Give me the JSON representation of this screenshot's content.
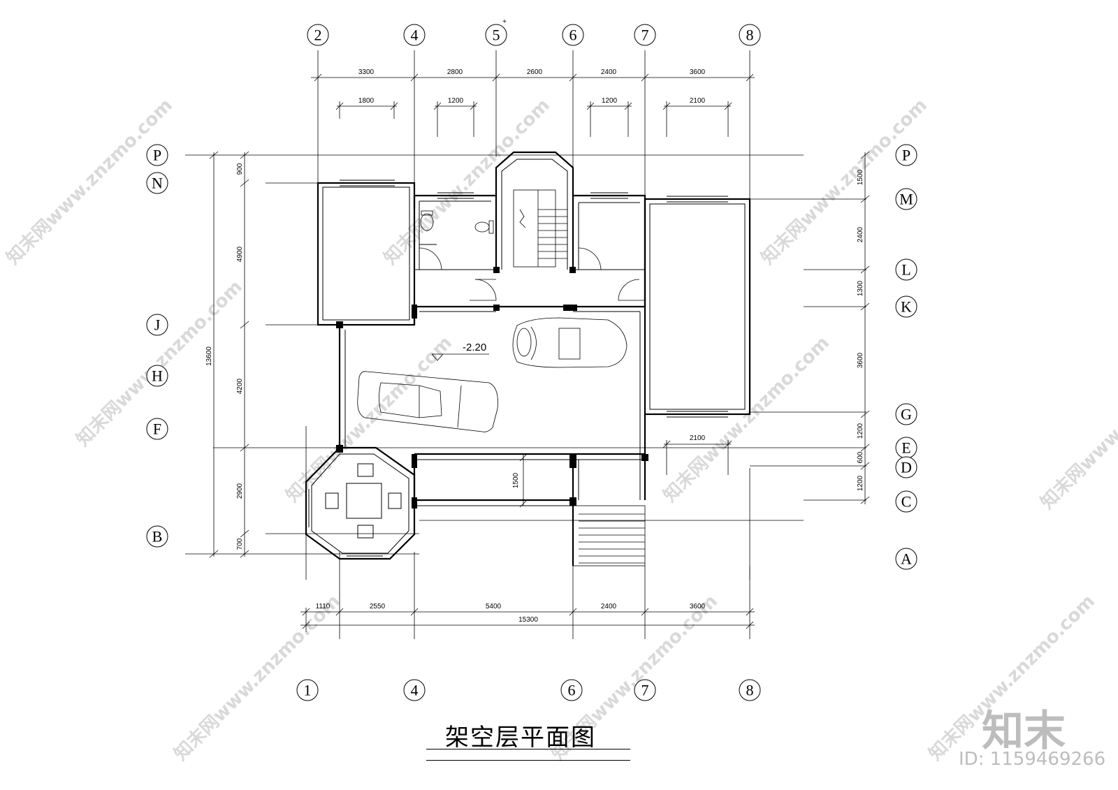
{
  "title": "架空层平面图",
  "brand": "知末",
  "image_id": "ID: 1159469266",
  "watermark_text": "知末网www.znzmo.com",
  "elevation_mark": "-2.20",
  "axes": {
    "top_labels": [
      "2",
      "4",
      "5",
      "6",
      "7",
      "8"
    ],
    "bottom_labels": [
      "1",
      "4",
      "6",
      "7",
      "8"
    ],
    "left_labels": [
      "P",
      "N",
      "J",
      "H",
      "F",
      "B"
    ],
    "right_labels": [
      "P",
      "M",
      "L",
      "K",
      "G",
      "E",
      "D",
      "C",
      "A"
    ],
    "top_marker": "+"
  },
  "dimensions": {
    "top_main": [
      "3300",
      "2800",
      "2600",
      "2400",
      "3600"
    ],
    "top_windows": [
      "1800",
      "1200",
      "1200",
      "2100"
    ],
    "left": [
      "900",
      "4900",
      "4200",
      "2900",
      "700"
    ],
    "left_total": "13600",
    "right": [
      "1500",
      "2400",
      "1300",
      "3600",
      "1200",
      "600",
      "1200"
    ],
    "bottom": [
      "1110",
      "2550",
      "5400",
      "2400",
      "3600"
    ],
    "bottom_total": "15300",
    "front_window": "2100",
    "porch_depth": "1500"
  }
}
